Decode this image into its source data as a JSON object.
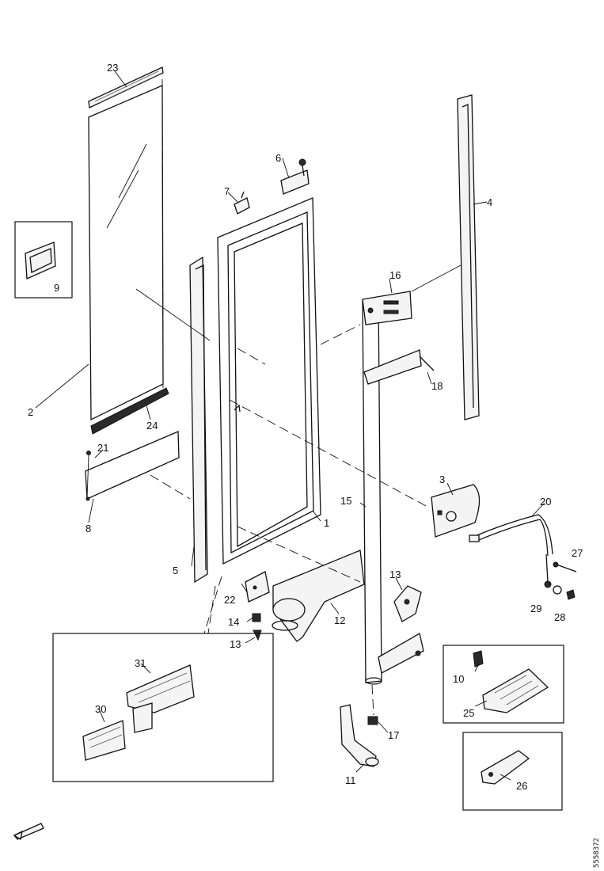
{
  "diagram": {
    "callouts": [
      {
        "id": "23",
        "text": "23"
      },
      {
        "id": "9",
        "text": "9"
      },
      {
        "id": "2",
        "text": "2"
      },
      {
        "id": "24",
        "text": "24"
      },
      {
        "id": "21",
        "text": "21"
      },
      {
        "id": "8",
        "text": "8"
      },
      {
        "id": "7",
        "text": "7"
      },
      {
        "id": "6",
        "text": "6"
      },
      {
        "id": "4",
        "text": "4"
      },
      {
        "id": "16",
        "text": "16"
      },
      {
        "id": "18",
        "text": "18"
      },
      {
        "id": "5",
        "text": "5"
      },
      {
        "id": "1",
        "text": "1"
      },
      {
        "id": "15",
        "text": "15"
      },
      {
        "id": "3",
        "text": "3"
      },
      {
        "id": "20",
        "text": "20"
      },
      {
        "id": "27",
        "text": "27"
      },
      {
        "id": "29",
        "text": "29"
      },
      {
        "id": "28",
        "text": "28"
      },
      {
        "id": "22",
        "text": "22"
      },
      {
        "id": "14",
        "text": "14"
      },
      {
        "id": "13a",
        "text": "13"
      },
      {
        "id": "12",
        "text": "12"
      },
      {
        "id": "13b",
        "text": "13"
      },
      {
        "id": "10",
        "text": "10"
      },
      {
        "id": "25",
        "text": "25"
      },
      {
        "id": "26",
        "text": "26"
      },
      {
        "id": "31",
        "text": "31"
      },
      {
        "id": "30",
        "text": "30"
      },
      {
        "id": "17",
        "text": "17"
      },
      {
        "id": "11",
        "text": "11"
      }
    ],
    "drawing_code": "5558372"
  }
}
